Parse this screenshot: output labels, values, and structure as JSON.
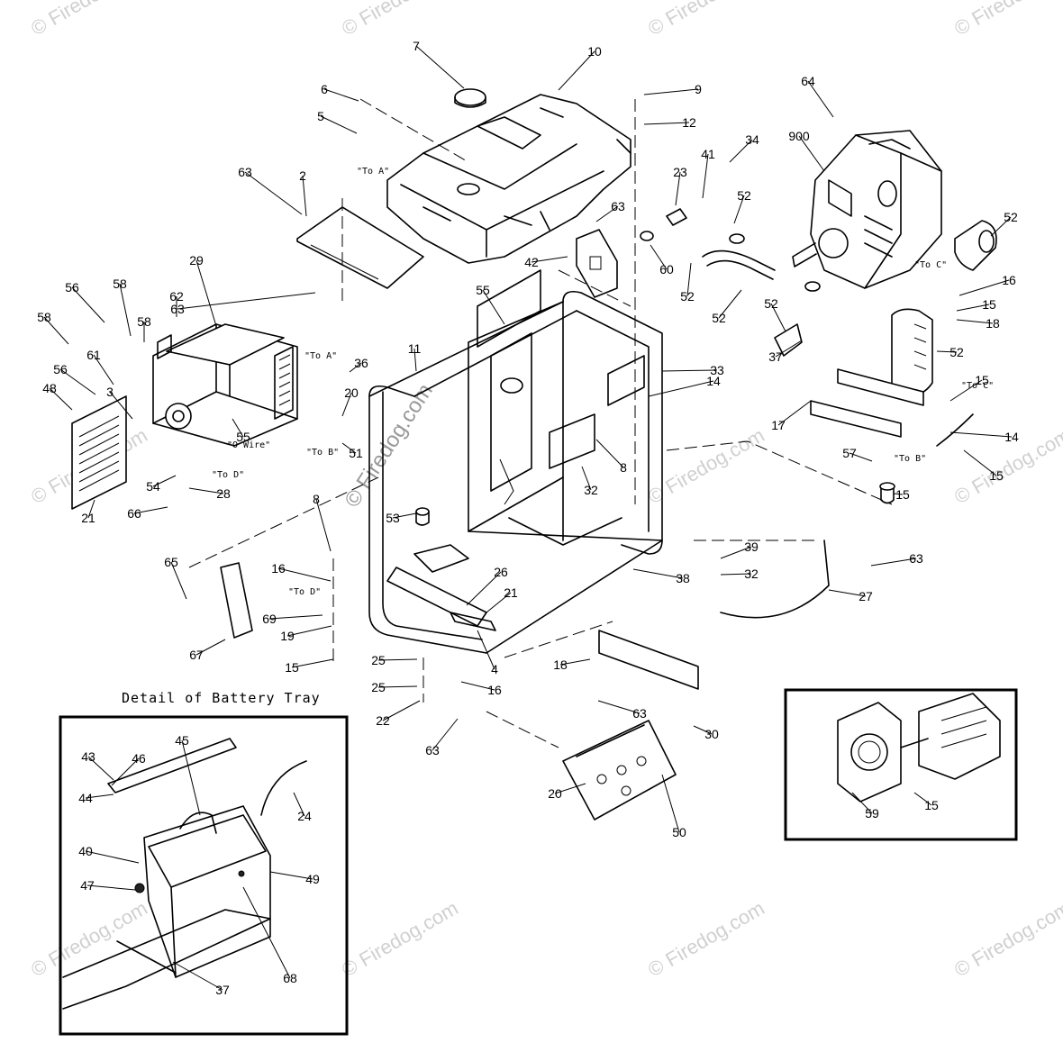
{
  "diagram": {
    "detail_title": "Detail of Battery Tray",
    "watermark": "© Firedog.com",
    "notes": [
      {
        "id": "toA1",
        "text": "\"To A\""
      },
      {
        "id": "toA2",
        "text": "\"To A\""
      },
      {
        "id": "toB",
        "text": "\"To B\""
      },
      {
        "id": "toB2",
        "text": "\"To B\""
      },
      {
        "id": "toC1",
        "text": "\"To C\""
      },
      {
        "id": "toC2",
        "text": "\"To C\""
      },
      {
        "id": "toD1",
        "text": "\"To D\""
      },
      {
        "id": "toD2",
        "text": "\"To D\""
      },
      {
        "id": "owire",
        "text": "\"O Wire\""
      }
    ],
    "callouts": [
      "7",
      "10",
      "6",
      "9",
      "5",
      "12",
      "34",
      "64",
      "900",
      "41",
      "23",
      "63",
      "2",
      "63",
      "52",
      "52",
      "42",
      "60",
      "52",
      "52",
      "16",
      "15",
      "18",
      "52",
      "52",
      "37",
      "29",
      "55",
      "56",
      "58",
      "63",
      "62",
      "58",
      "58",
      "36",
      "11",
      "33",
      "14",
      "48",
      "61",
      "56",
      "20",
      "55",
      "51",
      "3",
      "17",
      "57",
      "15",
      "14",
      "15",
      "21",
      "54",
      "28",
      "32",
      "8",
      "53",
      "66",
      "8",
      "15",
      "39",
      "63",
      "65",
      "16",
      "32",
      "38",
      "27",
      "26",
      "21",
      "69",
      "19",
      "67",
      "4",
      "18",
      "25",
      "15",
      "25",
      "16",
      "22",
      "63",
      "63",
      "30",
      "20",
      "50",
      "43",
      "46",
      "45",
      "24",
      "44",
      "40",
      "49",
      "47",
      "68",
      "37",
      "15",
      "59"
    ]
  }
}
